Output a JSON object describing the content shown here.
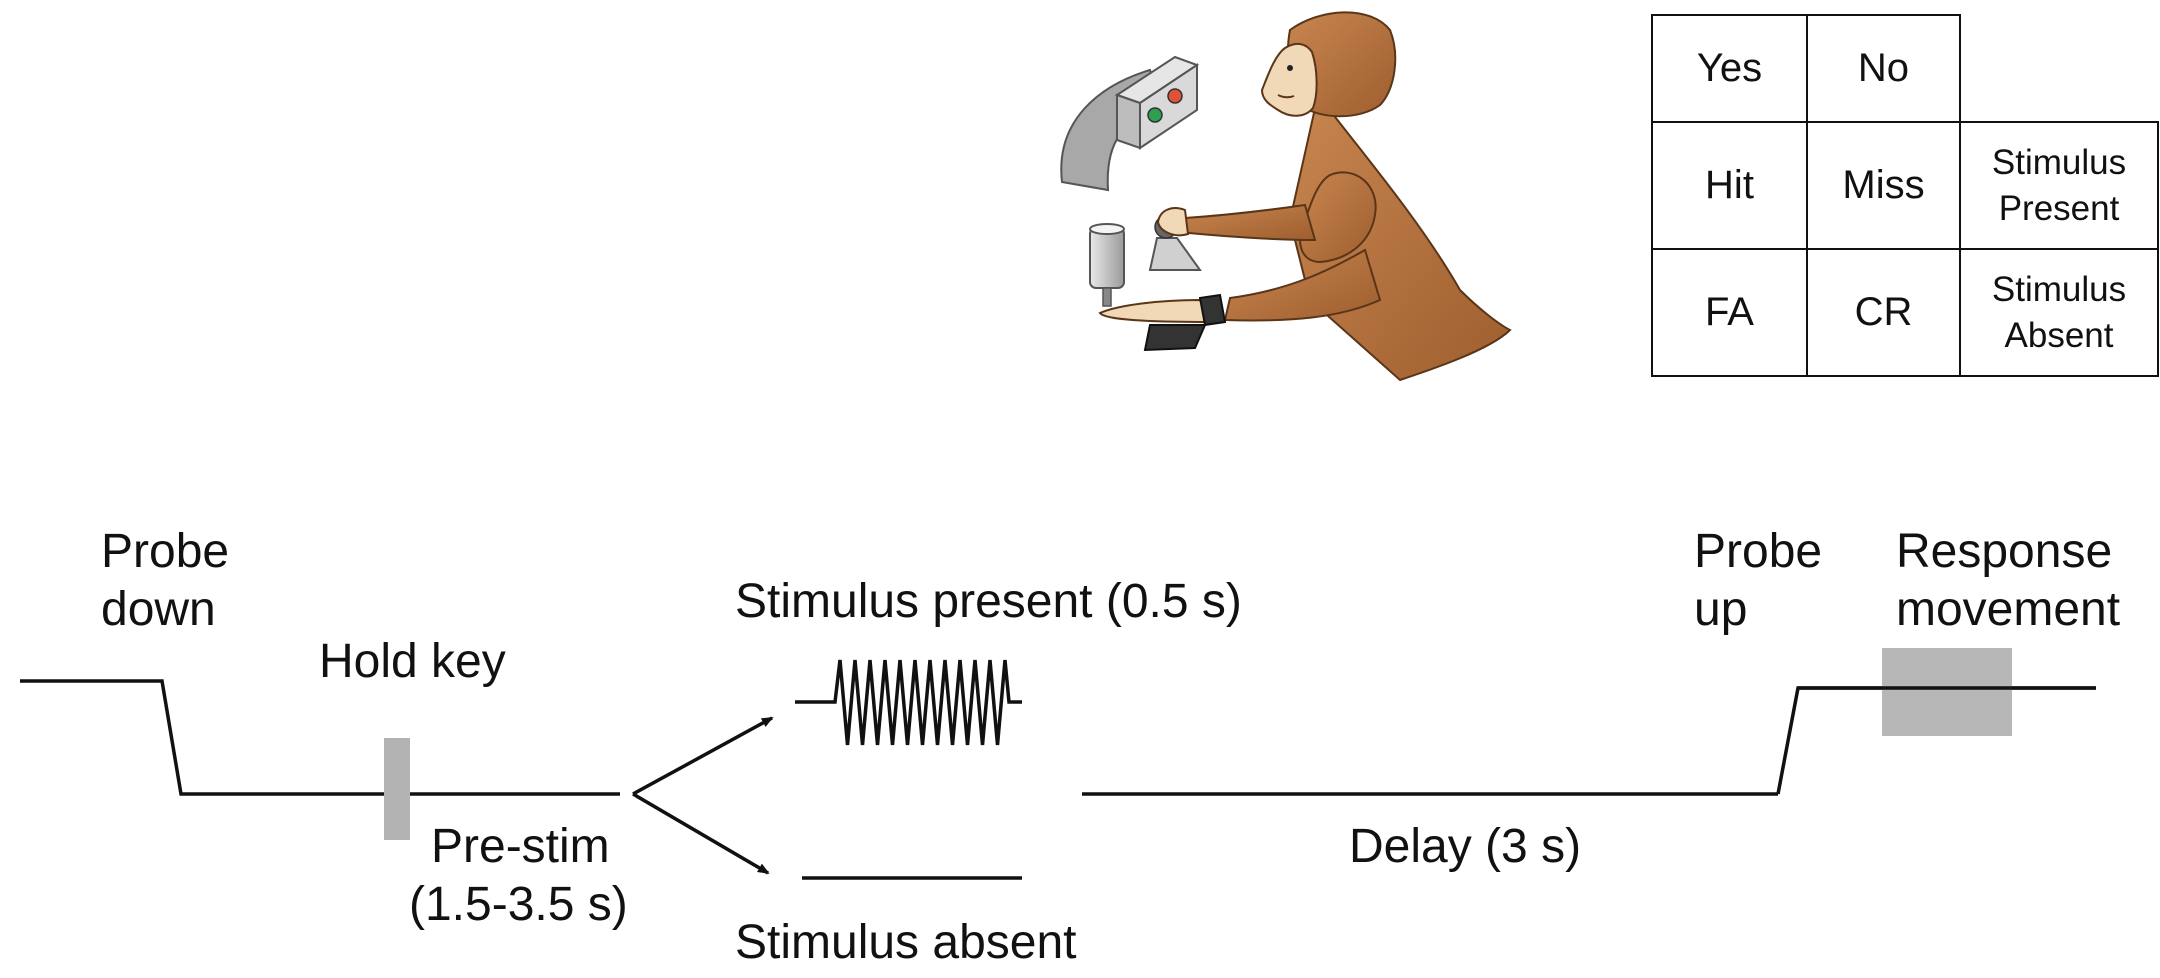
{
  "table": {
    "header": [
      "Yes",
      "No"
    ],
    "rows": [
      {
        "cells": [
          "Hit",
          "Miss"
        ],
        "condition_line1": "Stimulus",
        "condition_line2": "Present"
      },
      {
        "cells": [
          "FA",
          "CR"
        ],
        "condition_line1": "Stimulus",
        "condition_line2": "Absent"
      }
    ]
  },
  "timeline": {
    "probe_down_line1": "Probe",
    "probe_down_line2": "down",
    "hold_key": "Hold key",
    "pre_stim_line1": "Pre-stim",
    "pre_stim_line2": "(1.5-3.5 s)",
    "stimulus_present": "Stimulus present (0.5 s)",
    "stimulus_absent": "Stimulus absent",
    "delay": "Delay (3 s)",
    "probe_up_line1": "Probe",
    "probe_up_line2": "up",
    "response_line1": "Response",
    "response_line2": "movement"
  },
  "colors": {
    "line": "#111111",
    "marker_gray": "#b3b3b3",
    "monkey_fur": "#b8733f",
    "monkey_skin": "#f1d9b8"
  }
}
